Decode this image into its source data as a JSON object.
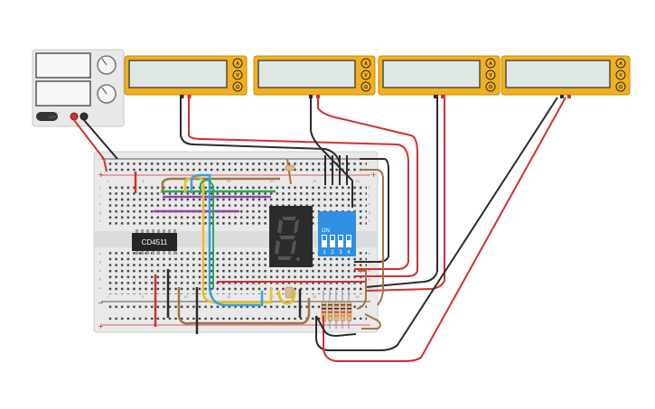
{
  "chip": {
    "label": "CD4511"
  },
  "dip_switch": {
    "on_label": "ON",
    "numbers": [
      "1",
      "2",
      "3",
      "4"
    ]
  },
  "power_supply": {
    "button_label": "OFF"
  },
  "multimeters": [
    {
      "indicators": [
        "A",
        "V",
        "Ω"
      ]
    },
    {
      "indicators": [
        "A",
        "V",
        "Ω"
      ]
    },
    {
      "indicators": [
        "A",
        "V",
        "Ω"
      ]
    },
    {
      "indicators": [
        "A",
        "V",
        "Ω"
      ]
    }
  ],
  "breadboard": {
    "row_letters_top": [
      "j",
      "i",
      "h",
      "g",
      "f"
    ],
    "row_letters_bottom": [
      "e",
      "d",
      "c",
      "b",
      "a"
    ],
    "column_numbers": [
      "1",
      "5",
      "10",
      "15",
      "20",
      "25",
      "30"
    ]
  },
  "colors": {
    "red_wire": "#d32f2f",
    "black_wire": "#2b2b2b",
    "brown_wire": "#a0744a",
    "multimeter_body": "#f2b01e",
    "dip_switch": "#2f8fe0",
    "seven_segment": "#2b2b2b"
  }
}
